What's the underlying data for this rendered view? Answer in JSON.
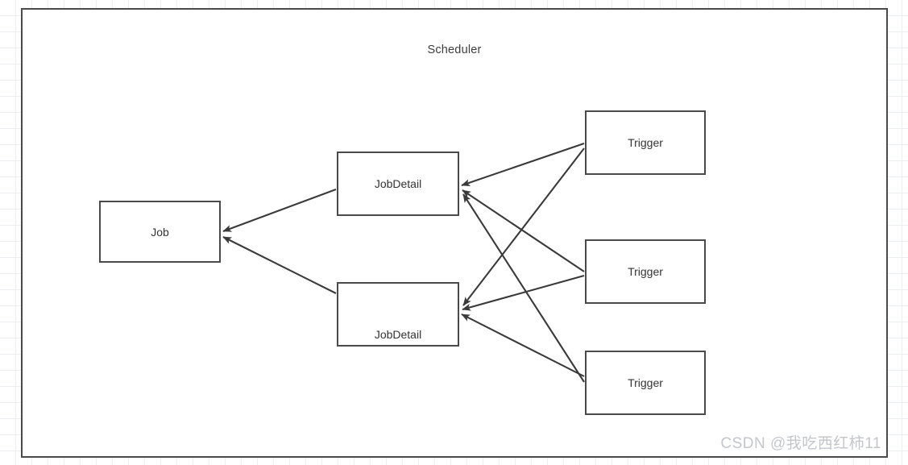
{
  "diagram": {
    "title": "Scheduler",
    "type": "block-diagram",
    "nodes": [
      {
        "id": "job",
        "label": "Job"
      },
      {
        "id": "jobdetail-1",
        "label": "JobDetail"
      },
      {
        "id": "jobdetail-2",
        "label": "JobDetail"
      },
      {
        "id": "trigger-1",
        "label": "Trigger"
      },
      {
        "id": "trigger-2",
        "label": "Trigger"
      },
      {
        "id": "trigger-3",
        "label": "Trigger"
      }
    ],
    "edges": [
      {
        "from": "jobdetail-1",
        "to": "job",
        "arrow": "to"
      },
      {
        "from": "jobdetail-2",
        "to": "job",
        "arrow": "to"
      },
      {
        "from": "trigger-1",
        "to": "jobdetail-1",
        "arrow": "to"
      },
      {
        "from": "trigger-2",
        "to": "jobdetail-1",
        "arrow": "to"
      },
      {
        "from": "trigger-3",
        "to": "jobdetail-1",
        "arrow": "to"
      },
      {
        "from": "trigger-1",
        "to": "jobdetail-2",
        "arrow": "to"
      },
      {
        "from": "trigger-2",
        "to": "jobdetail-2",
        "arrow": "to"
      },
      {
        "from": "trigger-3",
        "to": "jobdetail-2",
        "arrow": "to"
      }
    ],
    "colors": {
      "node_border": "#4a4a4a",
      "node_fill": "#ffffff",
      "edge": "#3a3a3a",
      "text": "#333333",
      "grid": "#eceff1",
      "watermark": "#c3c6cb"
    }
  },
  "watermark": {
    "text": "CSDN @我吃西红柿11"
  }
}
